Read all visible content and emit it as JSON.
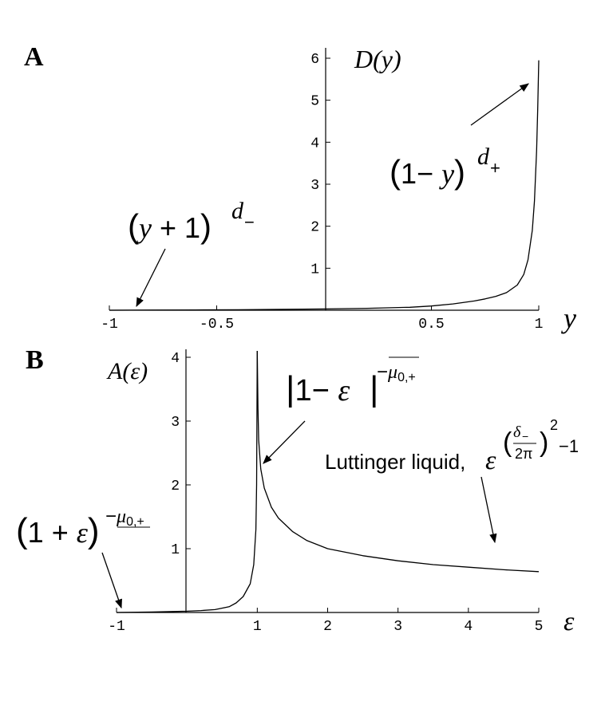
{
  "chart_data": [
    {
      "type": "line",
      "panel_label": "A",
      "ylabel": "D(y)",
      "xlabel": "y",
      "xlim": [
        -1,
        1
      ],
      "ylim": [
        0,
        6
      ],
      "x_ticks": [
        "-1",
        "-0.5",
        "0.5",
        "1"
      ],
      "y_ticks": [
        "1",
        "2",
        "3",
        "4",
        "5",
        "6"
      ],
      "series": [
        {
          "x": [
            -1,
            -0.9,
            -0.8,
            -0.6,
            -0.4,
            -0.2,
            0,
            0.2,
            0.4,
            0.5,
            0.6,
            0.7,
            0.75,
            0.8,
            0.85,
            0.9,
            0.93,
            0.95,
            0.97,
            0.98,
            0.99,
            0.995,
            1.0
          ],
          "y": [
            0,
            0.002,
            0.004,
            0.008,
            0.012,
            0.02,
            0.03,
            0.045,
            0.07,
            0.1,
            0.15,
            0.22,
            0.27,
            0.33,
            0.42,
            0.6,
            0.85,
            1.2,
            1.9,
            2.6,
            3.8,
            4.8,
            5.95
          ]
        }
      ],
      "annotations": {
        "left": {
          "open": "(",
          "var": "y",
          "mid": " + 1",
          "close": ")",
          "base": "d",
          "sub": "−"
        },
        "right": {
          "open": "(",
          "num": "1",
          "mid": "− ",
          "var": "y",
          "close": ")",
          "base": "d",
          "sub": "+"
        }
      }
    },
    {
      "type": "line",
      "panel_label": "B",
      "ylabel": "A(ε)",
      "xlabel": "ε",
      "xlim": [
        -1,
        5
      ],
      "ylim": [
        0,
        4
      ],
      "x_ticks": [
        "-1",
        "1",
        "2",
        "3",
        "4",
        "5"
      ],
      "y_ticks": [
        "1",
        "2",
        "3",
        "4"
      ],
      "series": [
        {
          "x": [
            -1,
            -0.8,
            -0.5,
            -0.2,
            0,
            0.2,
            0.4,
            0.6,
            0.7,
            0.8,
            0.9,
            0.95,
            0.98,
            0.99,
            1.0
          ],
          "y": [
            0,
            0.003,
            0.008,
            0.015,
            0.02,
            0.03,
            0.045,
            0.09,
            0.15,
            0.25,
            0.45,
            0.75,
            1.3,
            2.0,
            4.1
          ]
        },
        {
          "x": [
            1.0,
            1.01,
            1.02,
            1.05,
            1.1,
            1.2,
            1.3,
            1.5,
            1.7,
            2.0,
            2.5,
            3.0,
            3.5,
            4.0,
            4.5,
            5.0
          ],
          "y": [
            4.1,
            3.2,
            2.7,
            2.25,
            1.95,
            1.65,
            1.48,
            1.27,
            1.13,
            1.0,
            0.89,
            0.81,
            0.75,
            0.71,
            0.67,
            0.64
          ]
        }
      ],
      "annotations": {
        "left": {
          "open": "(",
          "num": "1",
          "mid": " + ",
          "var": "ε",
          "close": ")",
          "exp_sign": "−",
          "exp_base": "μ",
          "exp_sub": "0,+"
        },
        "peak": {
          "bar": "|",
          "num": "1",
          "mid": "− ",
          "var": "ε",
          "exp_sign": "−",
          "exp_base": "μ",
          "exp_sub": "0,+"
        },
        "right": {
          "text": "Luttinger liquid,",
          "var": "ε",
          "frac_num": "δ",
          "frac_num_sub": "−",
          "frac_den": "2π",
          "power": "2",
          "tail": "−1"
        }
      }
    }
  ]
}
